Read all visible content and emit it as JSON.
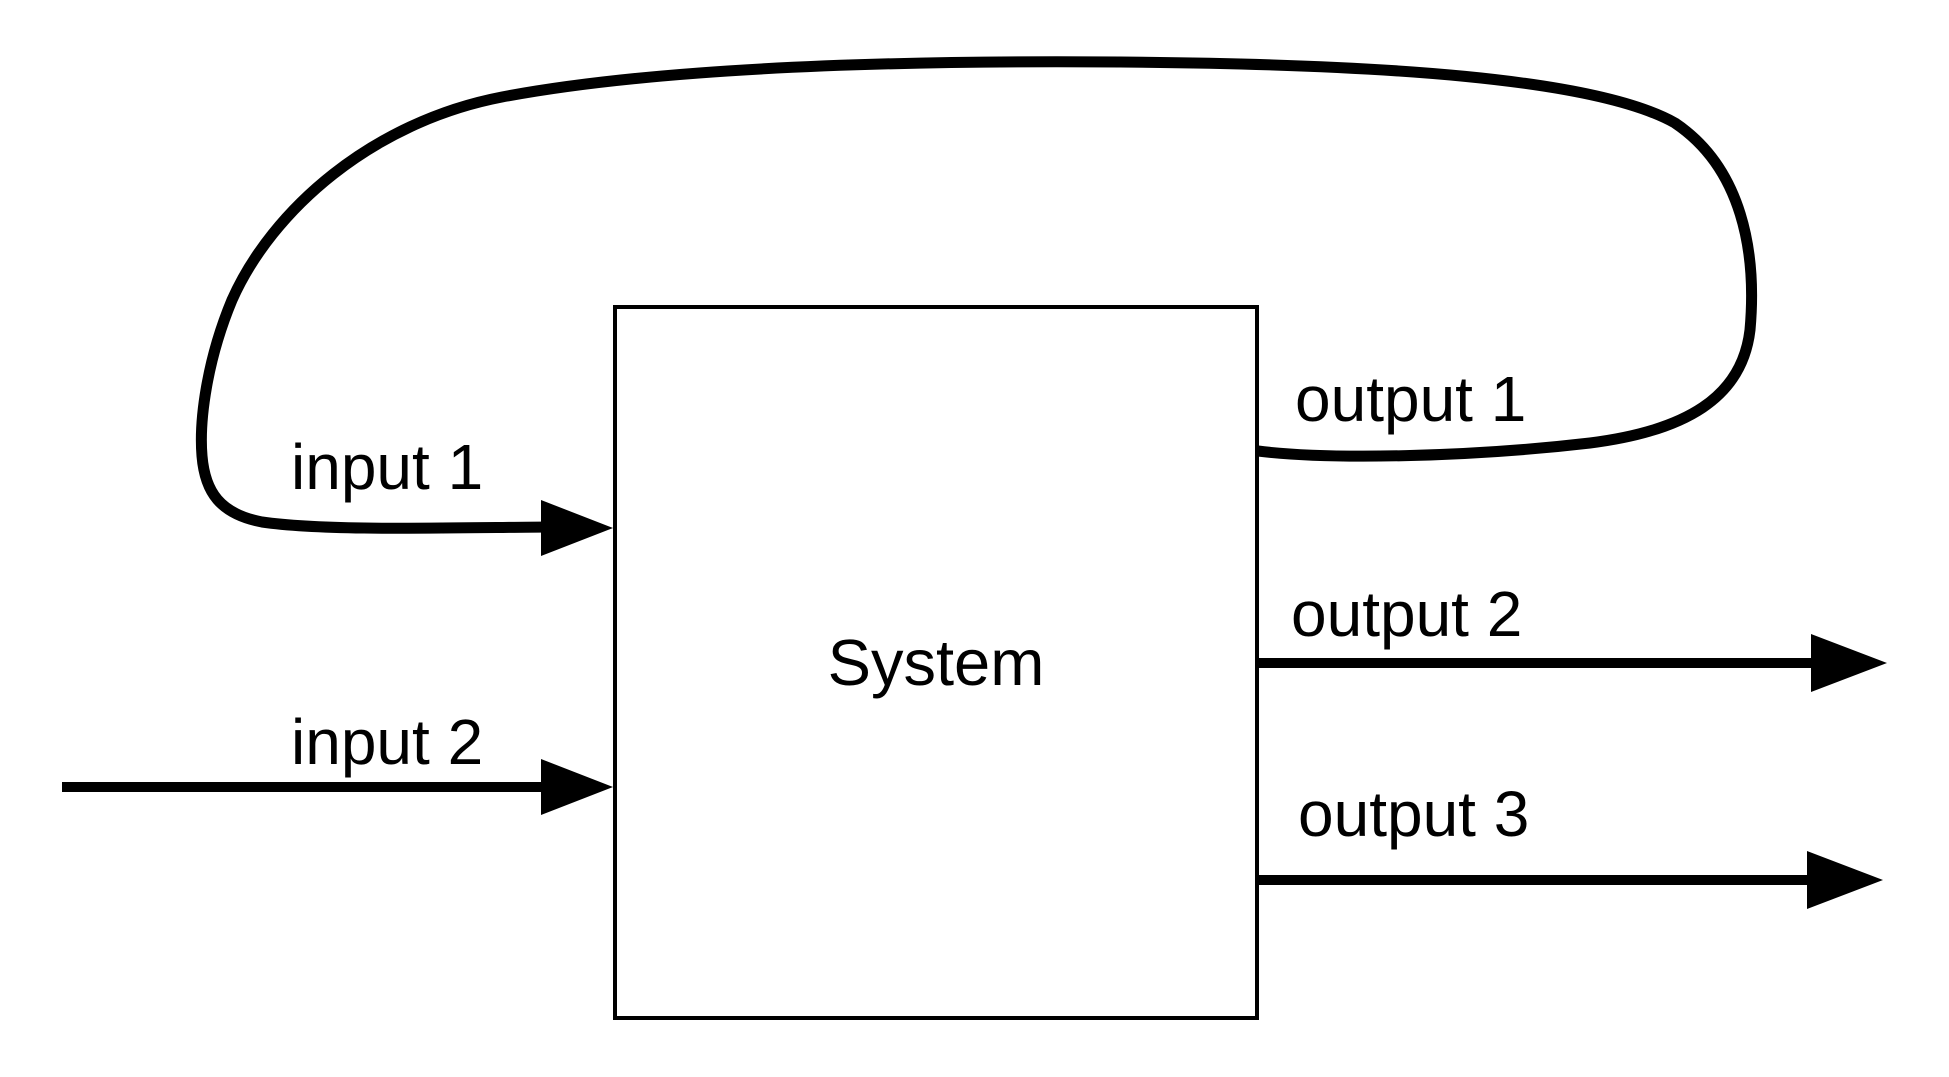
{
  "diagram": {
    "system_box": {
      "label": "System"
    },
    "inputs": [
      {
        "label": "input 1"
      },
      {
        "label": "input 2"
      }
    ],
    "outputs": [
      {
        "label": "output 1"
      },
      {
        "label": "output 2"
      },
      {
        "label": "output 3"
      }
    ],
    "connections": [
      {
        "from": "output 1",
        "to": "input 1",
        "type": "feedback-loop"
      },
      {
        "from": "external",
        "to": "input 2",
        "type": "straight-arrow"
      },
      {
        "from": "output 2",
        "to": "external",
        "type": "straight-arrow"
      },
      {
        "from": "output 3",
        "to": "external",
        "type": "straight-arrow"
      }
    ],
    "colors": {
      "line": "#000000",
      "background": "#ffffff"
    }
  }
}
